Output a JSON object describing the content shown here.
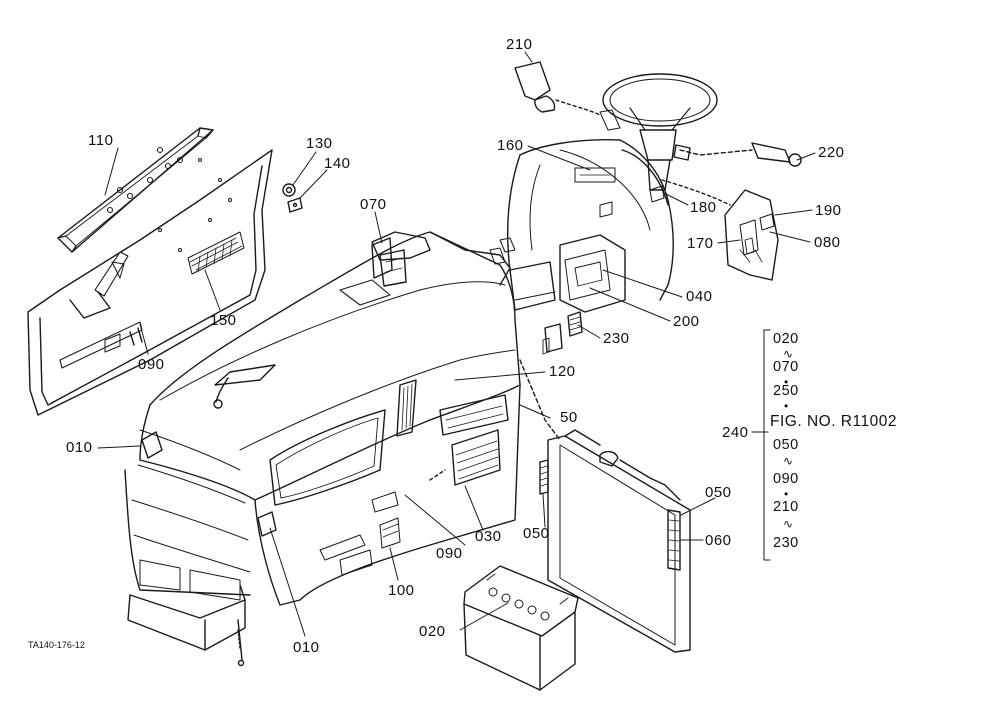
{
  "diagram": {
    "drawing_code": "TA140-176-12",
    "callouts": {
      "c110": "110",
      "c130": "130",
      "c140": "140",
      "c150": "150",
      "c090a": "090",
      "c070": "070",
      "c010a": "010",
      "c010b": "010",
      "c210": "210",
      "c160": "160",
      "c220": "220",
      "c180": "180",
      "c190": "190",
      "c170": "170",
      "c080": "080",
      "c040": "040",
      "c200": "200",
      "c230": "230",
      "c120": "120",
      "c50": "50",
      "c030": "030",
      "c050a": "050",
      "c050b": "050",
      "c060": "060",
      "c090b": "090",
      "c100": "100",
      "c020": "020",
      "c240": "240"
    },
    "reference_group": {
      "items": [
        "020",
        "070",
        "250",
        "FIG. NO. R11002",
        "050",
        "090",
        "210",
        "230"
      ],
      "separators": [
        "∿",
        "•",
        "•",
        "∿",
        "•",
        "∿"
      ]
    }
  }
}
